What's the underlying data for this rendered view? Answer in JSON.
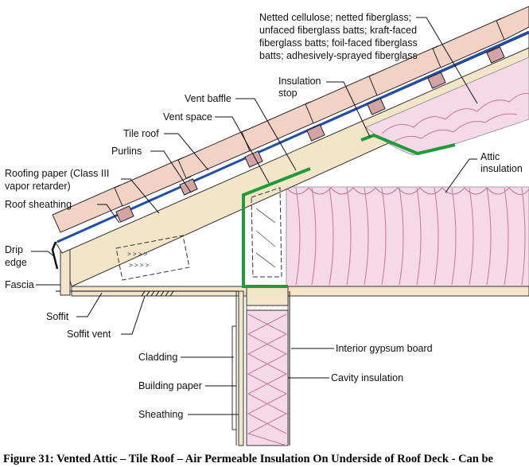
{
  "labels": {
    "netted": [
      "Netted cellulose; netted fiberglass;",
      "unfaced fiberglass batts; kraft-faced",
      "fiberglass batts; foil-faced fiberglass",
      "batts; adhesively-sprayed fiberglass"
    ],
    "insulation_stop": [
      "Insulation",
      "stop"
    ],
    "vent_baffle": "Vent baffle",
    "vent_space": "Vent space",
    "tile_roof": "Tile roof",
    "purlins": "Purlins",
    "roofing_paper": [
      "Roofing paper (Class III",
      "vapor retarder)"
    ],
    "roof_sheathing": "Roof sheathing",
    "drip_edge": [
      "Drip",
      "edge"
    ],
    "fascia": "Fascia",
    "soffit": "Soffit",
    "soffit_vent": "Soffit vent",
    "cladding": "Cladding",
    "building_paper": "Building paper",
    "sheathing": "Sheathing",
    "attic_insulation": [
      "Attic",
      "insulation"
    ],
    "interior_gypsum_board": "Interior gypsum board",
    "cavity_insulation": "Cavity insulation"
  },
  "caption": "Figure 31: Vented Attic – Tile Roof – Air Permeable Insulation On Underside of Roof Deck - Can be",
  "colors": {
    "tile": "#f2d2c4",
    "tile_edge": "#2a2a2a",
    "roofing_paper": "#1f4fa8",
    "wood": "#f3e6c8",
    "insulation": "#f6d9e6",
    "insulation_line": "#c07a95",
    "baffle": "#1f9b3c",
    "purlin": "#d4a3a3"
  }
}
